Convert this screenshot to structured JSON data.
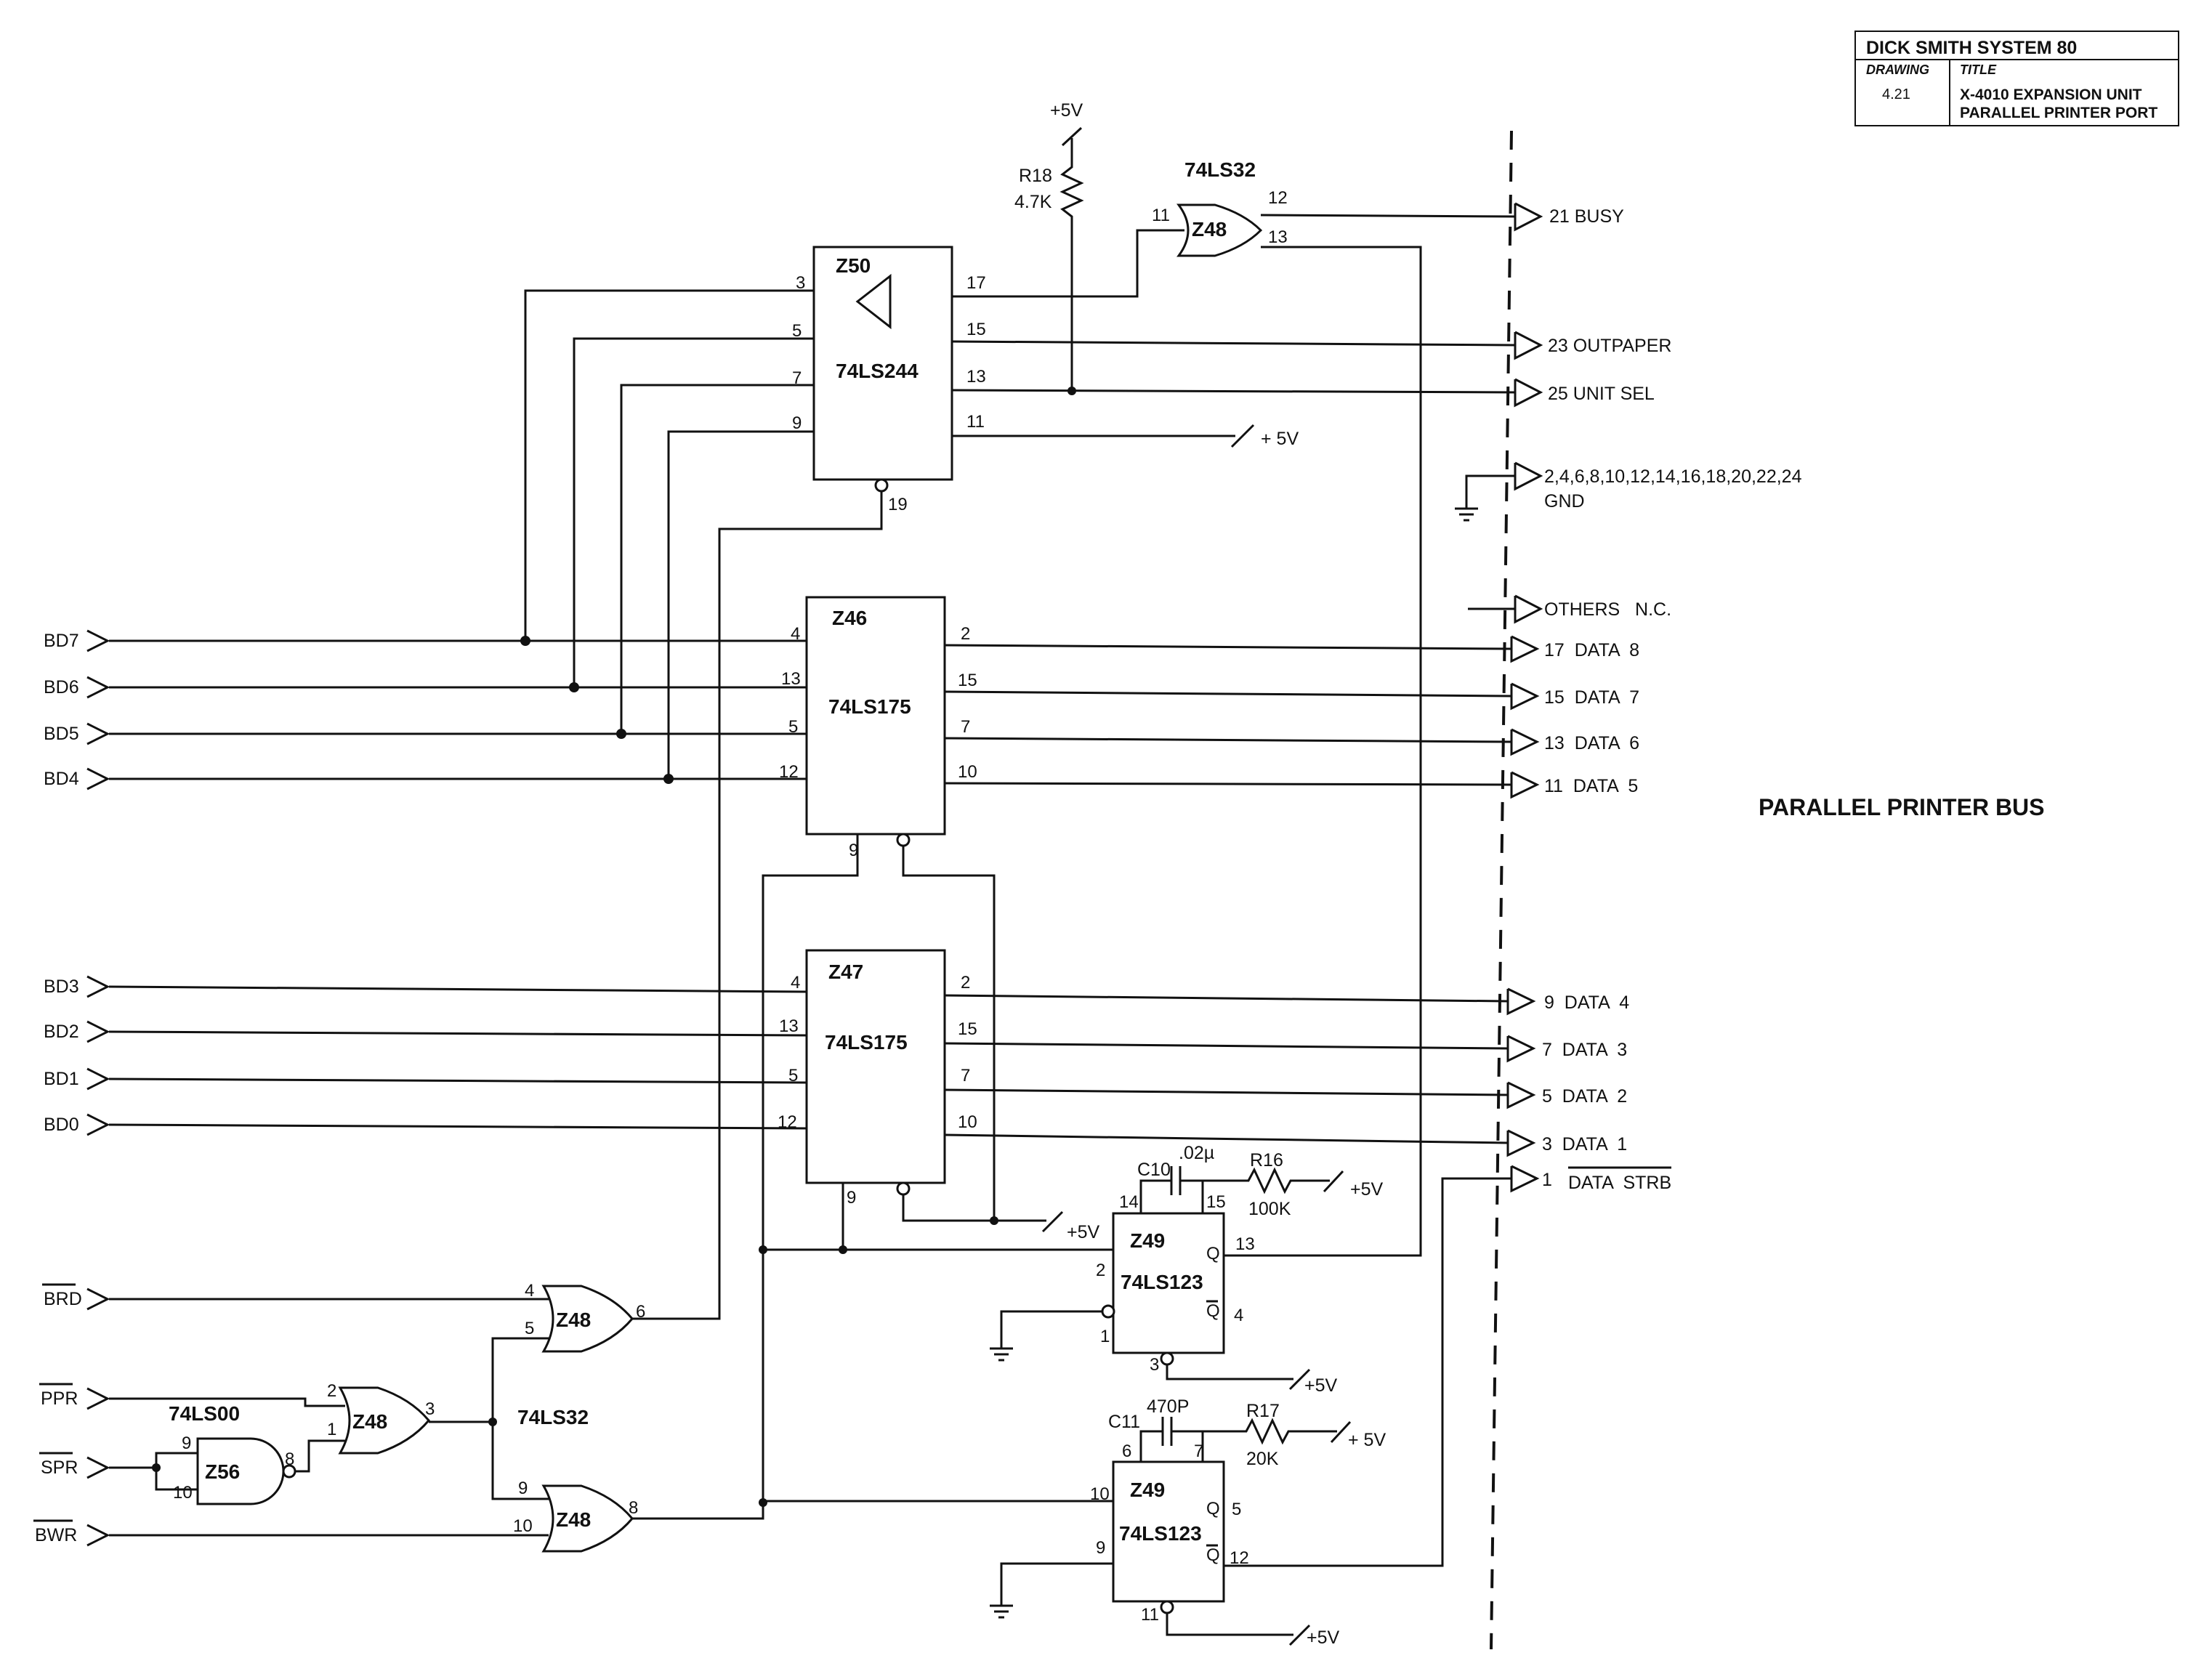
{
  "title_block": {
    "system": "DICK SMITH SYSTEM 80",
    "drawing_label": "DRAWING",
    "drawing_number": "4.21",
    "title_label": "TITLE",
    "title_line1": "X-4010 EXPANSION UNIT",
    "title_line2": "PARALLEL PRINTER PORT"
  },
  "bus_label": "PARALLEL PRINTER BUS",
  "inputs": {
    "bd7": "BD7",
    "bd6": "BD6",
    "bd5": "BD5",
    "bd4": "BD4",
    "bd3": "BD3",
    "bd2": "BD2",
    "bd1": "BD1",
    "bd0": "BD0",
    "brd": "BRD",
    "ppr": "PPR",
    "spr": "SPR",
    "bwr": "BWR"
  },
  "outputs": {
    "busy": "21 BUSY",
    "outpaper": "23 OUTPAPER",
    "unitsel": "25 UNIT SEL",
    "gnd_pins": "2,4,6,8,10,12,14,16,18,20,22,24",
    "gnd": "GND",
    "others": "OTHERS   N.C.",
    "data8": "17  DATA  8",
    "data7": "15  DATA  7",
    "data6": "13  DATA  6",
    "data5": "11  DATA  5",
    "data4": "9  DATA  4",
    "data3": "7  DATA  3",
    "data2": "5  DATA  2",
    "data1": "3  DATA  1",
    "strb_pin": "1",
    "strb": "DATA  STRB"
  },
  "chips": {
    "z50": {
      "ref": "Z50",
      "part": "74LS244",
      "pins": [
        "3",
        "5",
        "7",
        "9",
        "17",
        "15",
        "13",
        "11",
        "19"
      ]
    },
    "z46": {
      "ref": "Z46",
      "part": "74LS175",
      "pins": [
        "4",
        "13",
        "5",
        "12",
        "2",
        "15",
        "7",
        "10",
        "9"
      ]
    },
    "z47": {
      "ref": "Z47",
      "part": "74LS175",
      "pins": [
        "4",
        "13",
        "5",
        "12",
        "2",
        "15",
        "7",
        "10",
        "9"
      ]
    },
    "z49a": {
      "ref": "Z49",
      "part": "74LS123",
      "pins": [
        "14",
        "15",
        "13",
        "2",
        "1",
        "4",
        "3"
      ],
      "q": "Q",
      "qbar": "Q"
    },
    "z49b": {
      "ref": "Z49",
      "part": "74LS123",
      "pins": [
        "6",
        "7",
        "10",
        "9",
        "5",
        "12",
        "11"
      ],
      "q": "Q",
      "qbar": "Q"
    }
  },
  "gates": {
    "z48_top": {
      "ref": "Z48",
      "part": "74LS32",
      "pins": [
        "11",
        "12",
        "13"
      ]
    },
    "z48_a": {
      "ref": "Z48",
      "pins": [
        "4",
        "5",
        "6"
      ]
    },
    "z48_b": {
      "ref": "Z48",
      "pins": [
        "2",
        "1",
        "3"
      ]
    },
    "z48_c": {
      "ref": "Z48",
      "pins": [
        "9",
        "10",
        "8"
      ]
    },
    "z56": {
      "ref": "Z56",
      "part": "74LS00",
      "pins": [
        "9",
        "10",
        "8"
      ]
    },
    "or_part": "74LS32"
  },
  "components": {
    "r18": {
      "ref": "R18",
      "value": "4.7K"
    },
    "r16": {
      "ref": "R16",
      "value": "100K"
    },
    "r17": {
      "ref": "R17",
      "value": "20K"
    },
    "c10": {
      "ref": "C10",
      "value": ".02µ"
    },
    "c11": {
      "ref": "C11",
      "value": "470P"
    }
  },
  "supply": "+5V",
  "supply_spaced": "+ 5V"
}
